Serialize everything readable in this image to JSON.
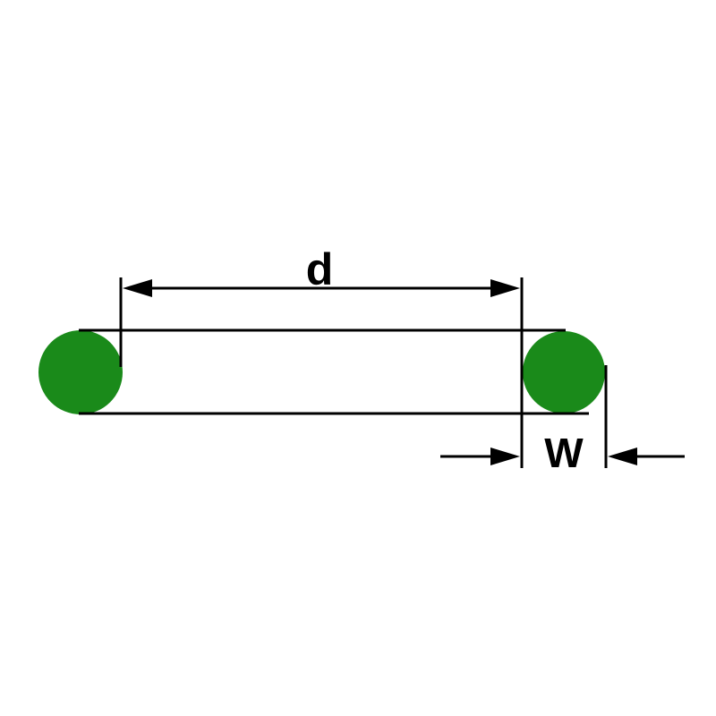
{
  "diagram": {
    "type": "technical-dimension-drawing",
    "subject": "o-ring side view with dimension callouts",
    "labels": {
      "inner_diameter": "d",
      "cross_section_width": "W"
    },
    "colors": {
      "oring": "#1a8a1a",
      "line": "#000000",
      "background": "#ffffff"
    }
  }
}
